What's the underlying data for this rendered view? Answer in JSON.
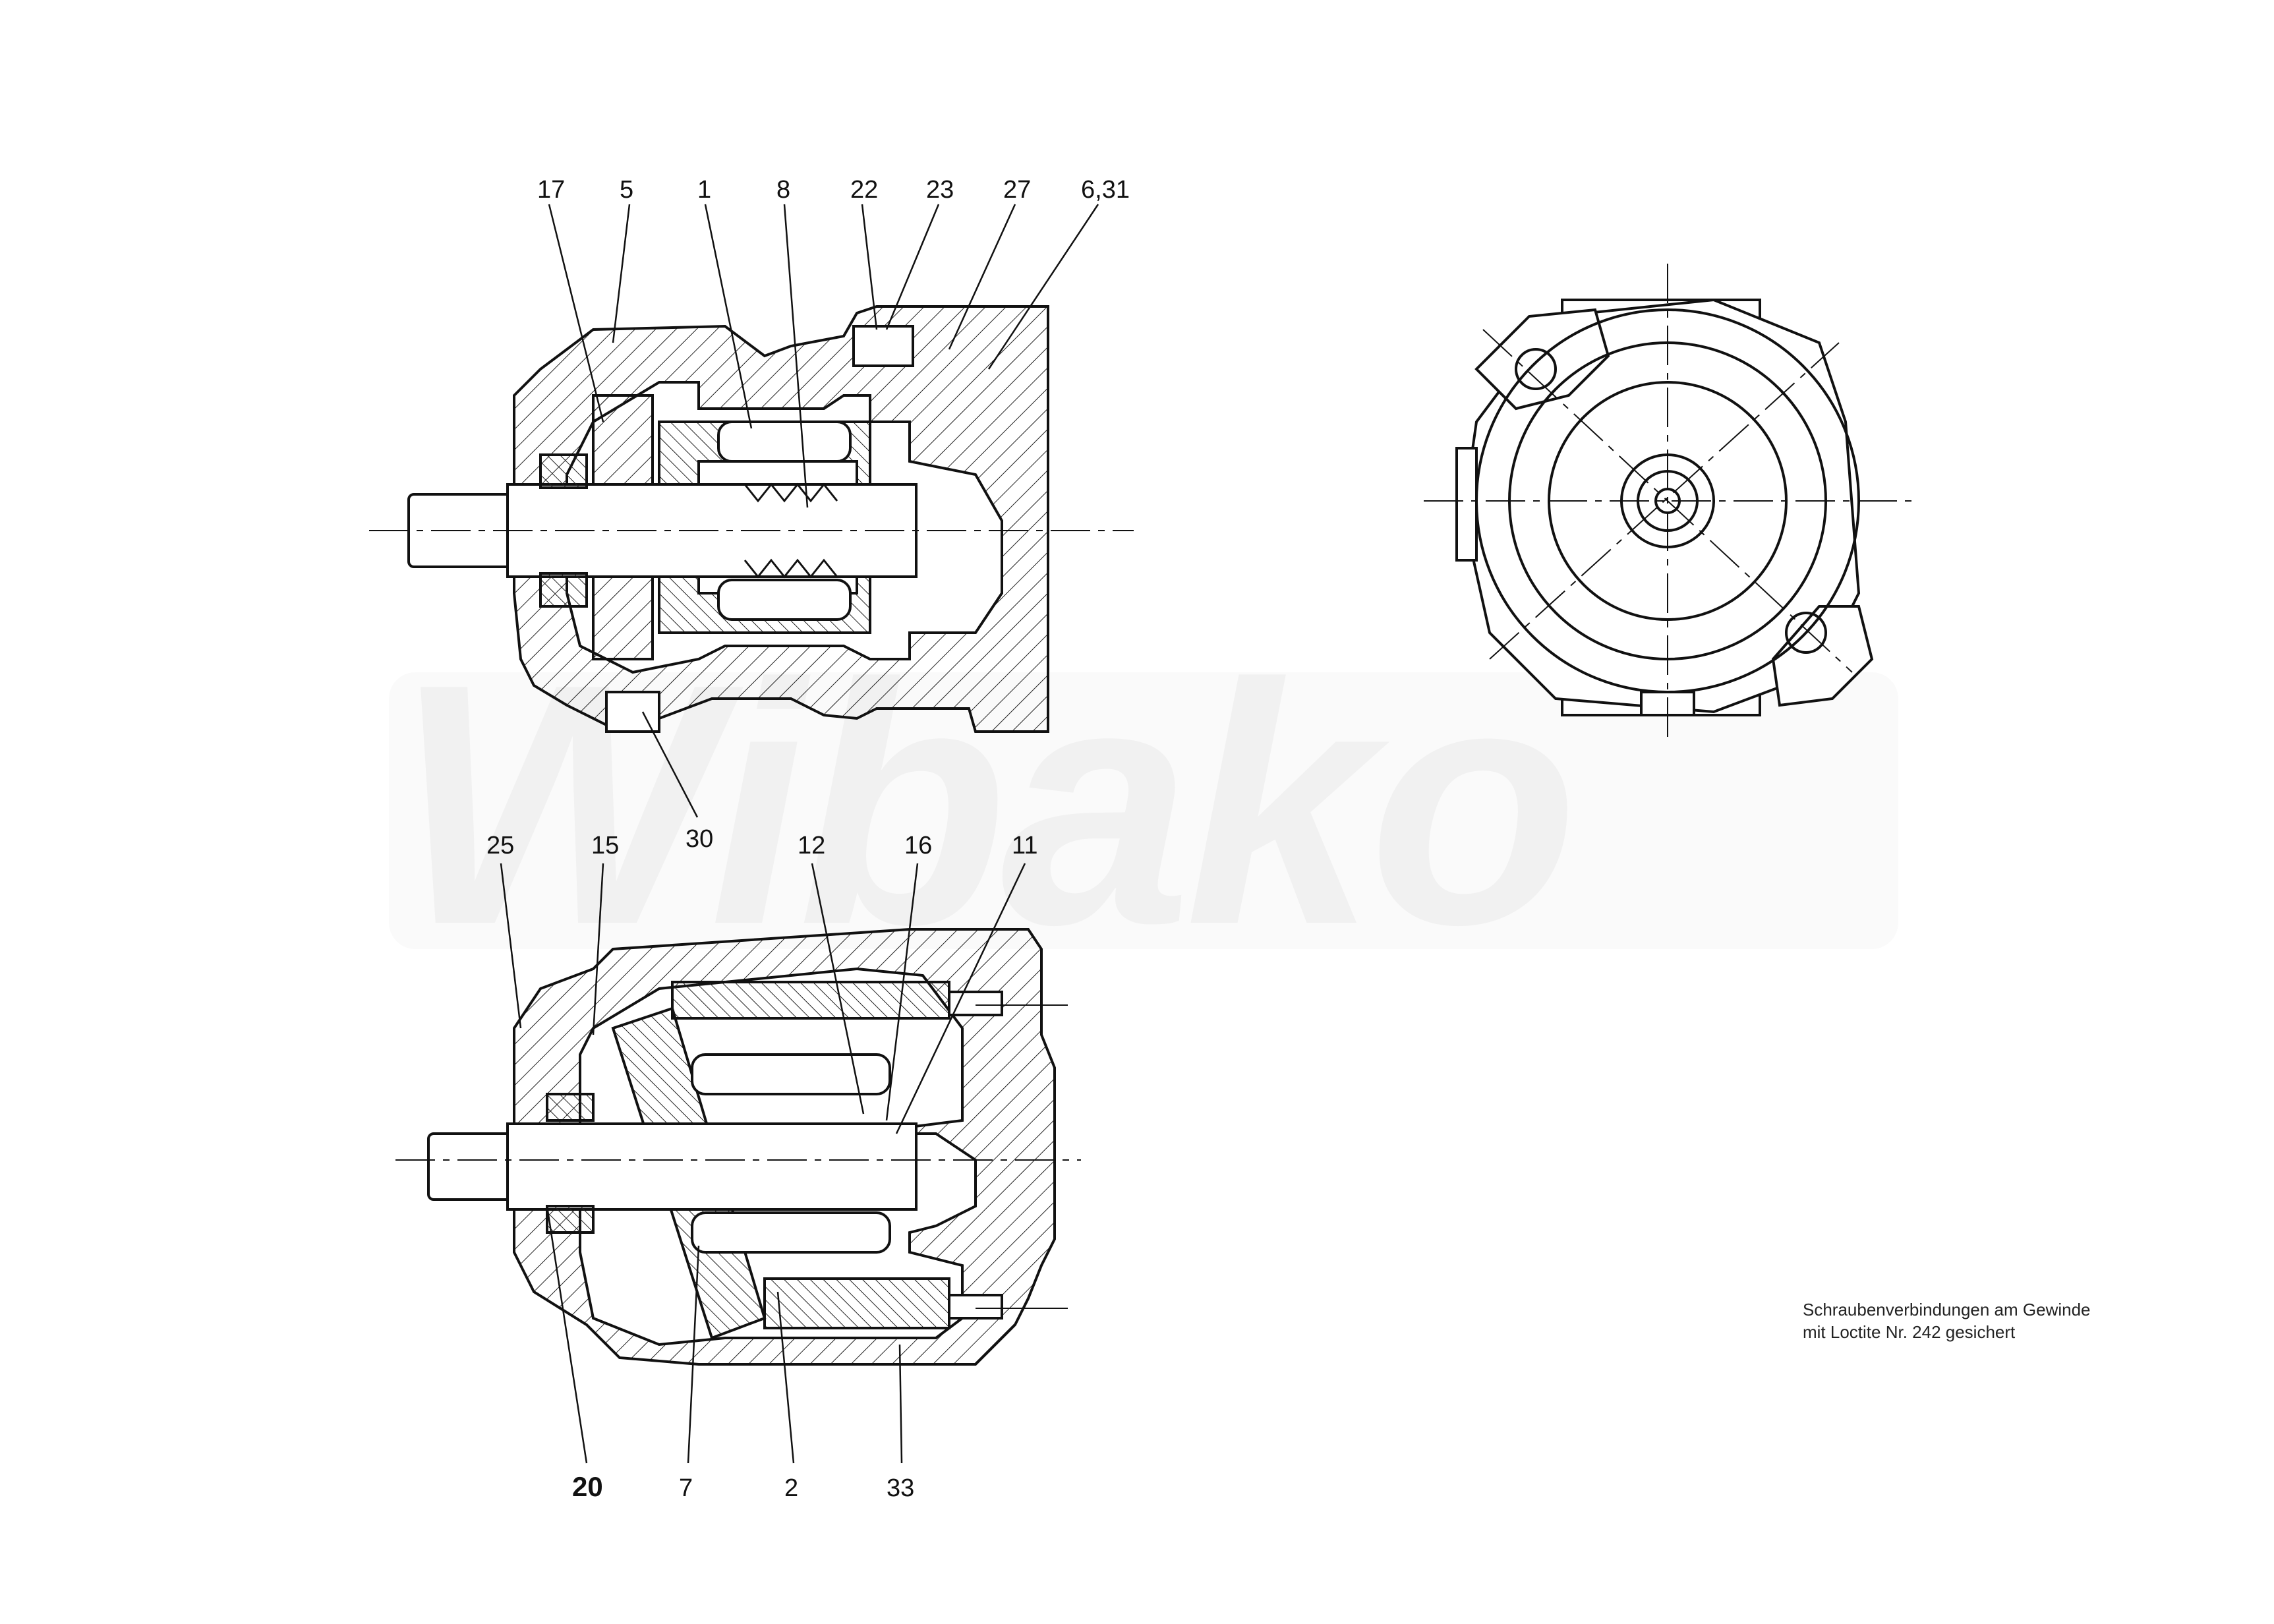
{
  "watermark": {
    "text": "Wibako"
  },
  "note": {
    "line1": "Schraubenverbindungen am Gewinde",
    "line2": "mit Loctite Nr. 242 gesichert"
  },
  "top_view_callouts": [
    "17",
    "5",
    "1",
    "8",
    "22",
    "23",
    "27",
    "6,31",
    "30"
  ],
  "bottom_view_callouts": [
    "25",
    "15",
    "12",
    "16",
    "11",
    "20",
    "7",
    "2",
    "33"
  ]
}
